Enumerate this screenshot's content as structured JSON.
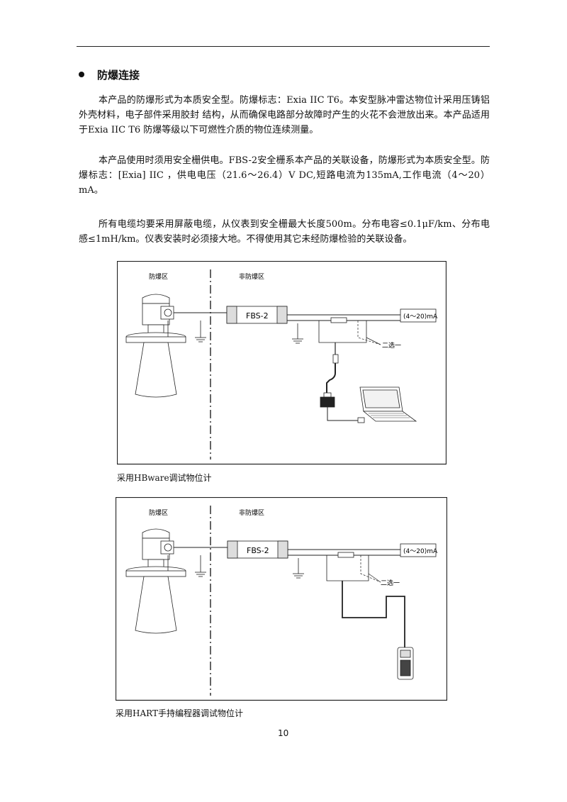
{
  "section": {
    "heading": "防爆连接",
    "paragraphs": [
      "本产品的防爆形式为本质安全型。防爆标志：Exia IIC T6。本安型脉冲雷达物位计采用压铸铝外壳材料，电子部件采用胶封 结构，从而确保电路部分故障时产生的火花不会泄放出来。本产品适用于Exia IIC T6 防爆等级以下可燃性介质的物位连续测量。",
      "本产品使用时须用安全栅供电。FBS-2安全栅系本产品的关联设备，防爆形式为本质安全型。防爆标志：[Exia] IIC ，供电电压（21.6～26.4）V DC,短路电流为135mA,工作电流（4～20）mA。",
      "所有电缆均要采用屏蔽电缆，从仪表到安全栅最大长度500m。分布电容≤0.1μF/km、分布电感≤1mH/km。仪表安装时必须接大地。不得使用其它未经防爆检验的关联设备。"
    ]
  },
  "figures": [
    {
      "zone_left": "防爆区",
      "zone_right": "非防爆区",
      "barrier_label": "FBS-2",
      "output_label": "(4～20)mA",
      "option_label": "二选一",
      "caption": "采用HBware调试物位计"
    },
    {
      "zone_left": "防爆区",
      "zone_right": "非防爆区",
      "barrier_label": "FBS-2",
      "output_label": "(4～20)mA",
      "option_label": "二选一",
      "caption": "采用HART手持编程器调试物位计"
    }
  ],
  "page_number": "10"
}
